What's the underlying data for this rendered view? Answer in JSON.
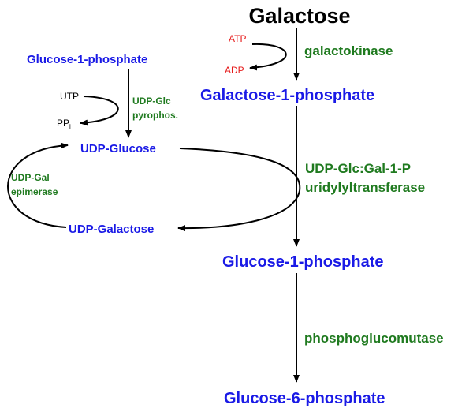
{
  "colors": {
    "metabolite": "#1a1ae6",
    "enzyme": "#1f7a1f",
    "cofactor_atp": "#e61a1a",
    "title": "#000000",
    "arrow": "#000000"
  },
  "main_pathway": {
    "start": "Galactose",
    "atp": "ATP",
    "adp": "ADP",
    "enzyme1": "galactokinase",
    "step1": "Galactose-1-phosphate",
    "enzyme2_line1": "UDP-Glc:Gal-1-P",
    "enzyme2_line2": "uridylyltransferase",
    "step2": "Glucose-1-phosphate",
    "enzyme3": "phosphoglucomutase",
    "step3": "Glucose-6-phosphate"
  },
  "side_pathway": {
    "start": "Glucose-1-phosphate",
    "utp": "UTP",
    "ppi": "PP",
    "ppi_sub": "i",
    "enzyme1_line1": "UDP-Glc",
    "enzyme1_line2": "pyrophos.",
    "udp_glucose": "UDP-Glucose",
    "udp_galactose": "UDP-Galactose",
    "epimerase_line1": "UDP-Gal",
    "epimerase_line2": "epimerase"
  }
}
